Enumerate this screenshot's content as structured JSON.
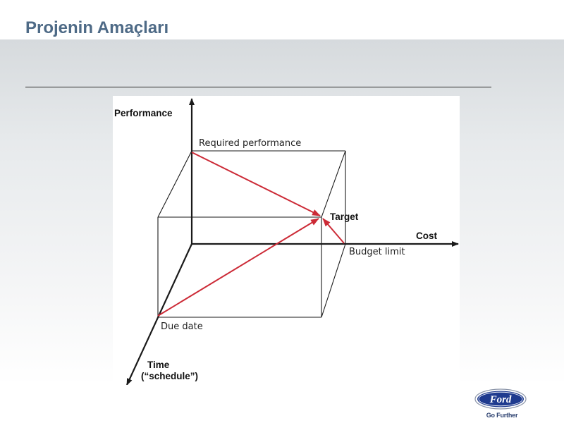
{
  "slide": {
    "title": "Projenin Amaçları"
  },
  "diagram": {
    "axis_labels": {
      "performance": "Performance",
      "cost": "Cost",
      "time_line1": "Time",
      "time_line2": "(“schedule”)"
    },
    "point_labels": {
      "required_performance": "Required performance",
      "target": "Target",
      "budget_limit": "Budget limit",
      "due_date": "Due date"
    },
    "colors": {
      "axis": "#1a1a1a",
      "box": "#1a1a1a",
      "vector": "#cc2a36"
    }
  },
  "footer": {
    "logo_text": "Ford",
    "tagline": "Go Further",
    "logo_color": "#1f3b8f"
  }
}
